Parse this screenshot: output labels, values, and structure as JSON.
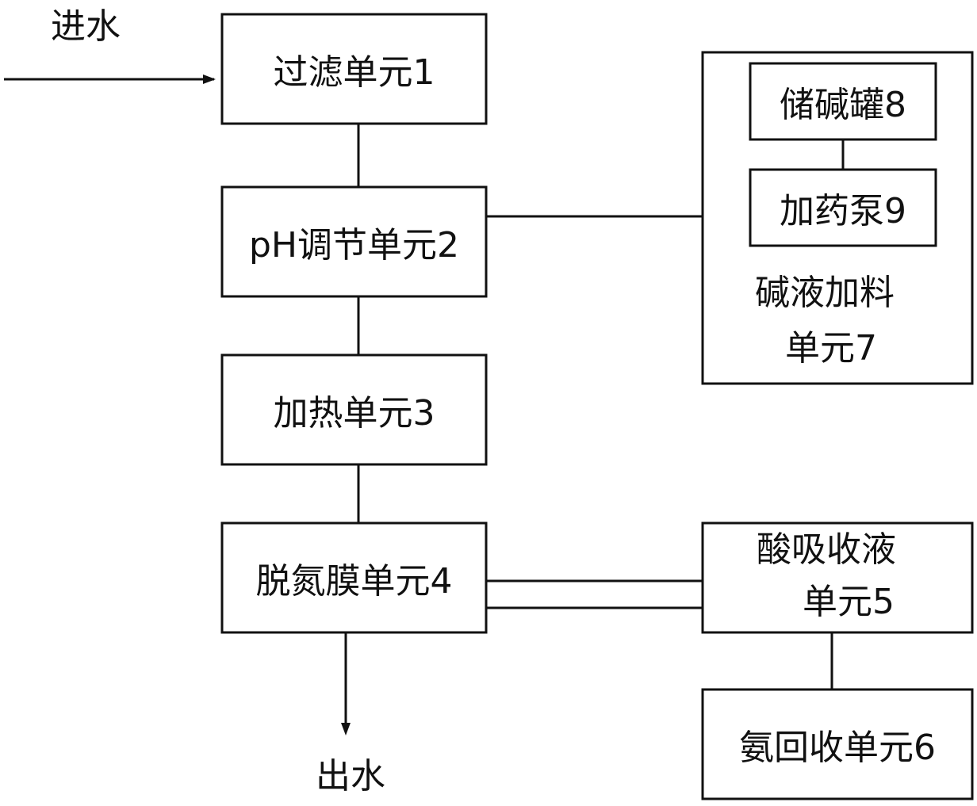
{
  "diagram": {
    "inlet_label": "进水",
    "outlet_label": "出水",
    "filter_unit": "过滤单元1",
    "ph_unit": "pH调节单元2",
    "heating_unit": "加热单元3",
    "membrane_unit": "脱氮膜单元4",
    "acid_unit_line1": "酸吸收液",
    "acid_unit_line2": "单元5",
    "ammonia_unit": "氨回收单元6",
    "alkali_unit_line1": "碱液加料",
    "alkali_unit_line2": "单元7",
    "alkali_tank": "储碱罐8",
    "dosing_pump": "加药泵9"
  }
}
